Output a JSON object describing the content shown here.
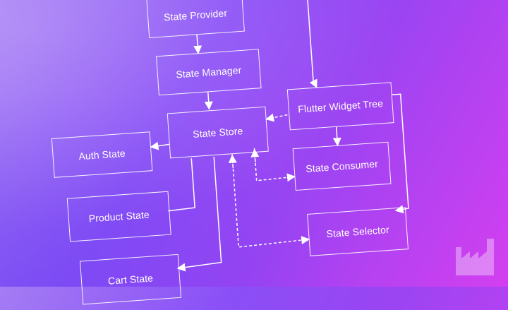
{
  "nodes": {
    "state_provider": "State Provider",
    "state_manager": "State Manager",
    "state_store": "State Store",
    "flutter_widget_tree": "Flutter Widget Tree",
    "auth_state": "Auth State",
    "state_consumer": "State Consumer",
    "product_state": "Product State",
    "state_selector": "State Selector",
    "cart_state": "Cart State"
  },
  "icons": {
    "watermark": "factory-icon"
  },
  "colors": {
    "line": "#ffffff",
    "bg_start": "#a47cf4",
    "bg_end": "#d33ff0"
  }
}
